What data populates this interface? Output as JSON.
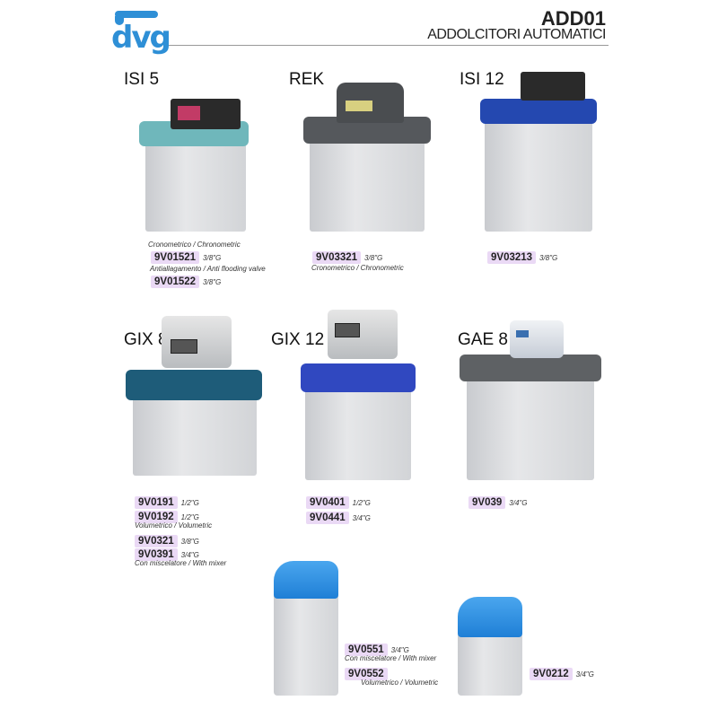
{
  "header": {
    "logo": "dvg",
    "code": "ADD01",
    "title": "ADDOLCITORI AUTOMATICI"
  },
  "colors": {
    "code_bg": "#ead9f5",
    "logo": "#2e8fd6"
  },
  "products": [
    {
      "name": "ISI 5",
      "entries": [
        {
          "note": "Cronometrico / Chronometric"
        },
        {
          "code": "9V01521",
          "thread": "3/8\"G"
        },
        {
          "note": "Antiallagamento / Anti flooding valve"
        },
        {
          "code": "9V01522",
          "thread": "3/8\"G"
        }
      ]
    },
    {
      "name": "REK",
      "entries": [
        {
          "code": "9V03321",
          "thread": "3/8\"G"
        },
        {
          "note": "Cronometrico / Chronometric"
        }
      ]
    },
    {
      "name": "ISI 12",
      "entries": [
        {
          "code": "9V03213",
          "thread": "3/8\"G"
        }
      ]
    },
    {
      "name": "GIX 8",
      "entries": [
        {
          "code": "9V0191",
          "thread": "1/2\"G"
        },
        {
          "code": "9V0192",
          "thread": "1/2\"G"
        },
        {
          "note": "Volumetrico / Volumetric"
        },
        {
          "code": "9V0321",
          "thread": "3/8\"G"
        },
        {
          "code": "9V0391",
          "thread": "3/4\"G"
        },
        {
          "note": "Con miscelatore / With mixer"
        }
      ]
    },
    {
      "name": "GIX 12",
      "entries": [
        {
          "code": "9V0401",
          "thread": "1/2\"G"
        },
        {
          "code": "9V0441",
          "thread": "3/4\"G"
        }
      ]
    },
    {
      "name": "GAE 8",
      "entries": [
        {
          "code": "9V039",
          "thread": "3/4\"G"
        }
      ]
    },
    {
      "name": "",
      "entries": [
        {
          "code": "9V0551",
          "thread": "3/4\"G"
        },
        {
          "note": "Con miscelatore / With mixer"
        },
        {
          "code": "9V0552"
        },
        {
          "note": "Volumetrico / Volumetric"
        }
      ]
    },
    {
      "name": "",
      "entries": [
        {
          "code": "9V0212",
          "thread": "3/4\"G"
        }
      ]
    }
  ]
}
